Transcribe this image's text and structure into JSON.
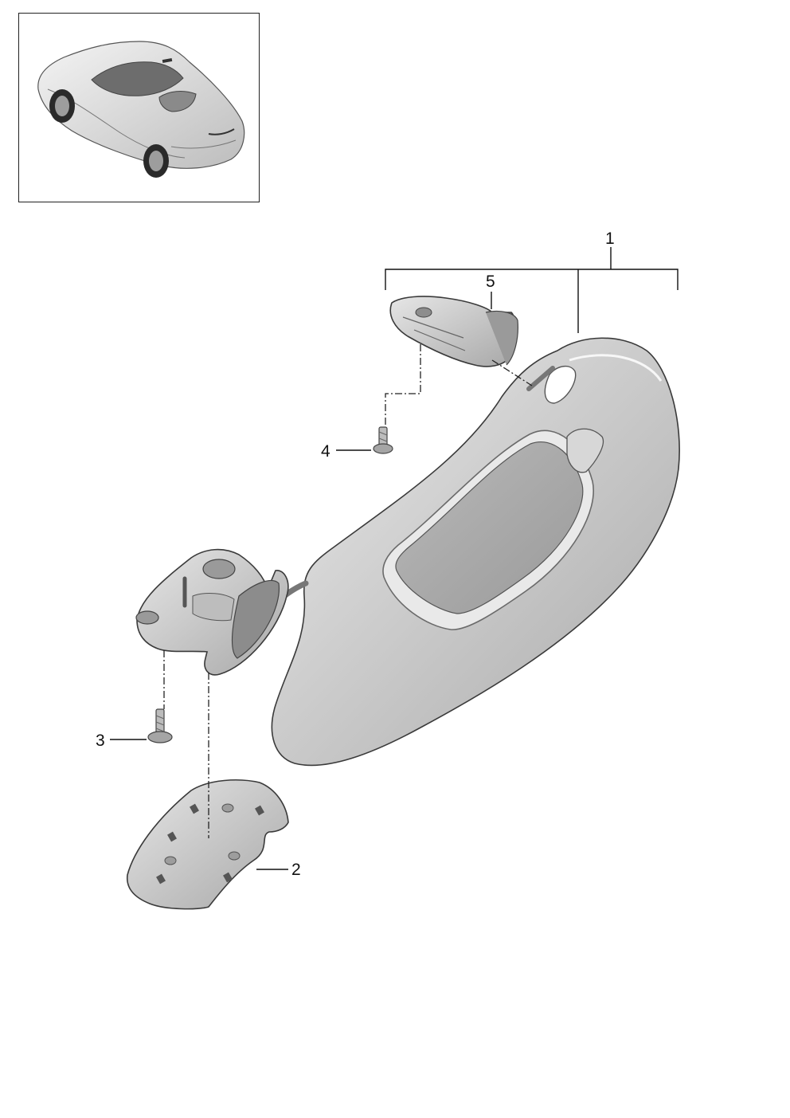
{
  "diagram": {
    "callouts": [
      {
        "id": "callout-1",
        "text": "1"
      },
      {
        "id": "callout-2",
        "text": "2"
      },
      {
        "id": "callout-3",
        "text": "3"
      },
      {
        "id": "callout-4",
        "text": "4"
      },
      {
        "id": "callout-5",
        "text": "5"
      }
    ]
  },
  "colors": {
    "part_fill": "#cfcfcf",
    "part_dark": "#8e8e8e",
    "mirror": "#a6a6a6",
    "line": "#111111"
  }
}
